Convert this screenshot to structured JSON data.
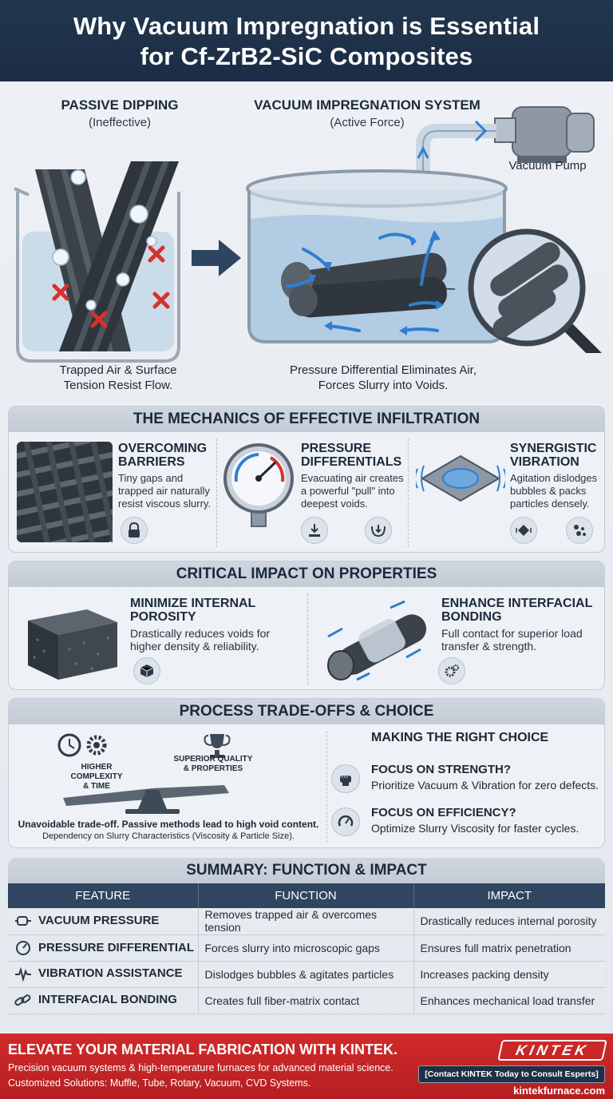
{
  "header": {
    "title_line1": "Why Vacuum Impregnation is Essential",
    "title_line2": "for Cf-ZrB2-SiC Composites"
  },
  "comparison": {
    "passive": {
      "title": "PASSIVE DIPPING",
      "subtitle": "(Ineffective)",
      "caption_line1": "Trapped Air & Surface",
      "caption_line2": "Tension Resist Flow."
    },
    "vacuum": {
      "title": "VACUUM IMPREGNATION SYSTEM",
      "subtitle": "(Active Force)",
      "pump_label": "Vacuum Pump",
      "caption_line1": "Pressure Differential Eliminates Air,",
      "caption_line2": "Forces Slurry into Voids."
    }
  },
  "mechanics": {
    "title": "THE MECHANICS OF EFFECTIVE INFILTRATION",
    "items": [
      {
        "title_line1": "OVERCOMING",
        "title_line2": "BARRIERS",
        "text_line1": "Tiny gaps and",
        "text_line2": "trapped air naturally",
        "text_line3": "resist viscous slurry."
      },
      {
        "title_line1": "PRESSURE",
        "title_line2": "DIFFERENTIALS",
        "text_line1": "Evacuating air creates",
        "text_line2": "a powerful \"pull\" into",
        "text_line3": "deepest voids."
      },
      {
        "title_line1": "SYNERGISTIC",
        "title_line2": "VIBRATION",
        "text_line1": "Agitation dislodges",
        "text_line2": "bubbles & packs",
        "text_line3": "particles densely."
      }
    ]
  },
  "impact": {
    "title": "CRITICAL IMPACT ON PROPERTIES",
    "items": [
      {
        "title_line1": "MINIMIZE INTERNAL",
        "title_line2": "POROSITY",
        "text_line1": "Drastically reduces voids for",
        "text_line2": "higher density & reliability."
      },
      {
        "title_line1": "ENHANCE INTERFACIAL",
        "title_line2": "BONDING",
        "text_line1": "Full contact for superior load",
        "text_line2": "transfer & strength."
      }
    ]
  },
  "tradeoffs": {
    "title": "PROCESS TRADE-OFFS & CHOICE",
    "left_label_line1": "HIGHER",
    "left_label_line2": "COMPLEXITY",
    "left_label_line3": "& TIME",
    "right_label_line1": "SUPERIOR QUALITY",
    "right_label_line2": "& PROPERTIES",
    "note_line1": "Unavoidable trade-off. Passive methods lead to high void content.",
    "note_line2": "Dependency on Slurry Characteristics (Viscosity & Particle Size).",
    "choice_title": "MAKING THE RIGHT CHOICE",
    "choices": [
      {
        "title": "FOCUS ON STRENGTH?",
        "text": "Prioritize Vacuum & Vibration for zero defects."
      },
      {
        "title": "FOCUS ON EFFICIENCY?",
        "text": "Optimize Slurry Viscosity for faster cycles."
      }
    ]
  },
  "summary": {
    "title": "SUMMARY: FUNCTION & IMPACT",
    "headers": [
      "FEATURE",
      "FUNCTION",
      "IMPACT"
    ],
    "rows": [
      {
        "icon": "pump-icon",
        "feature": "VACUUM PRESSURE",
        "function": "Removes trapped air & overcomes tension",
        "impact": "Drastically reduces internal porosity"
      },
      {
        "icon": "gauge-icon",
        "feature": "PRESSURE DIFFERENTIAL",
        "function": "Forces slurry into microscopic gaps",
        "impact": "Ensures full matrix penetration"
      },
      {
        "icon": "waveform-icon",
        "feature": "VIBRATION ASSISTANCE",
        "function": "Dislodges bubbles & agitates particles",
        "impact": "Increases packing density"
      },
      {
        "icon": "link-icon",
        "feature": "INTERFACIAL BONDING",
        "function": "Creates full fiber-matrix contact",
        "impact": "Enhances mechanical load transfer"
      }
    ]
  },
  "footer": {
    "headline": "ELEVATE YOUR MATERIAL FABRICATION WITH KINTEK.",
    "line1": "Precision vacuum systems & high-temperature furnaces for advanced material science.",
    "line2": "Customized Solutions: Muffle, Tube, Rotary, Vacuum, CVD Systems.",
    "logo": "KINTEK",
    "cta": "[Contact KINTEK Today to Consult Esperts]",
    "url": "kintekfurnace.com"
  },
  "colors": {
    "header_bg": "#1f3148",
    "footer_bg": "#c62428",
    "accent_blue": "#2f7fd0",
    "error_red": "#d8312c"
  }
}
